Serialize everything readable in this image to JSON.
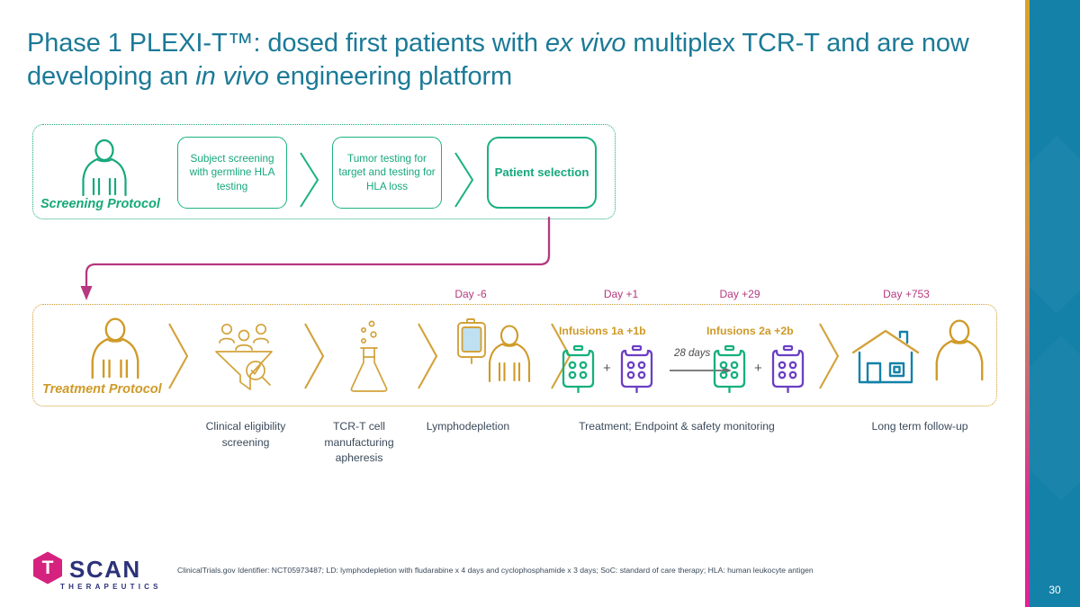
{
  "slide": {
    "page_number": "30",
    "title_parts": [
      {
        "text": "Phase 1 PLEXI-T™: dosed first patients with ",
        "italic": false
      },
      {
        "text": "ex vivo",
        "italic": true
      },
      {
        "text": " multiplex TCR-T and are now developing an ",
        "italic": false
      },
      {
        "text": "in vivo",
        "italic": true
      },
      {
        "text": " engineering platform",
        "italic": false
      }
    ],
    "title_plain": "Phase 1 PLEXI-T™: dosed first patients with ex vivo multiplex TCR-T and are now developing an in vivo engineering platform"
  },
  "screening": {
    "label": "Screening Protocol",
    "steps": [
      {
        "text": "Subject screening with germline HLA testing",
        "emphasis": false
      },
      {
        "text": "Tumor testing for target and testing for HLA loss",
        "emphasis": false
      },
      {
        "text": "Patient selection",
        "emphasis": true
      }
    ]
  },
  "treatment": {
    "label": "Treatment Protocol",
    "day_markers": [
      {
        "label": "Day -6"
      },
      {
        "label": "Day +1"
      },
      {
        "label": "Day +29"
      },
      {
        "label": "Day +753"
      }
    ],
    "infusions": [
      {
        "title": "Infusions 1a +1b"
      },
      {
        "title": "Infusions 2a +2b"
      }
    ],
    "plus_symbol": "+",
    "interval_label": "28 days",
    "captions": [
      "Clinical eligibility\nscreening",
      "TCR-T cell\nmanufacturing\napheresis",
      "Lymphodepletion",
      "Treatment; Endpoint & safety monitoring",
      "Long term follow-up"
    ]
  },
  "footer": {
    "footnote": "ClinicalTrials.gov Identifier: NCT05973487; LD: lymphodepletion with fludarabine x 4 days and cyclophosphamide x 3 days; SoC: standard of care therapy; HLA: human leukocyte antigen",
    "logo_letter": "T",
    "logo_word": "SCAN",
    "logo_tagline": "THERAPEUTICS"
  },
  "colors": {
    "title_teal": "#1b7a97",
    "screening_green": "#16a87c",
    "treatment_gold": "#cf9a28",
    "day_magenta": "#b6387f",
    "infusion_green": "#15b07e",
    "infusion_purple": "#6b3fc4",
    "edge_band": "#1481a8",
    "logo_pink": "#d6227f",
    "logo_navy": "#2c3279",
    "caption_gray": "#3b4a5a"
  }
}
